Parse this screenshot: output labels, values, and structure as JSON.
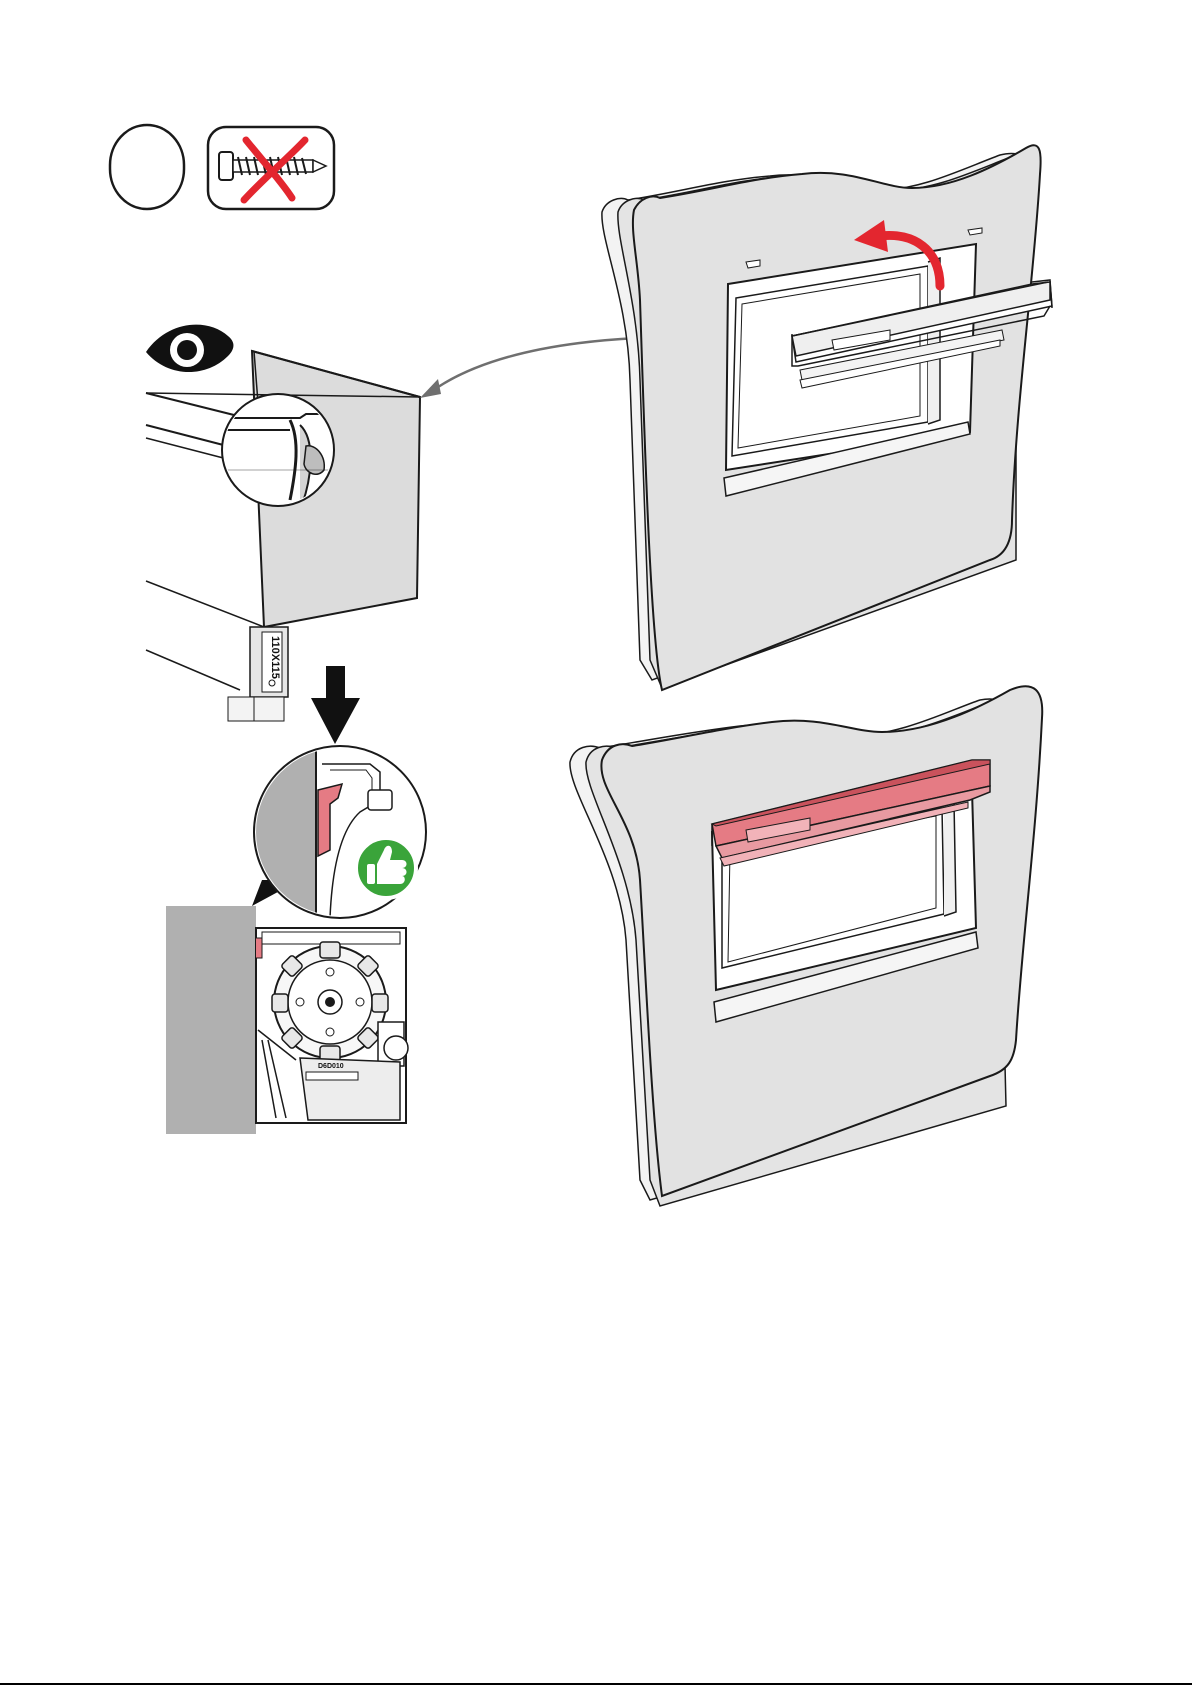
{
  "step": {
    "number": ""
  },
  "labels": {
    "bracket_code": "110X115",
    "motor_code": "D6D010"
  },
  "icons": [
    "step-number-badge",
    "no-screw-icon",
    "eye-icon",
    "down-arrow-icon",
    "thumbs-up-icon",
    "rotate-arrow-icon"
  ],
  "colors": {
    "wall": "#e2e2e2",
    "wall_edge": "#f4f4f4",
    "outline": "#1a1a1a",
    "cross": "#e3262f",
    "highlight_box": "#e57b84",
    "highlight_dark": "#c9525c",
    "thumb_green": "#3aa43a",
    "panel_grey": "#b0b0b0"
  }
}
